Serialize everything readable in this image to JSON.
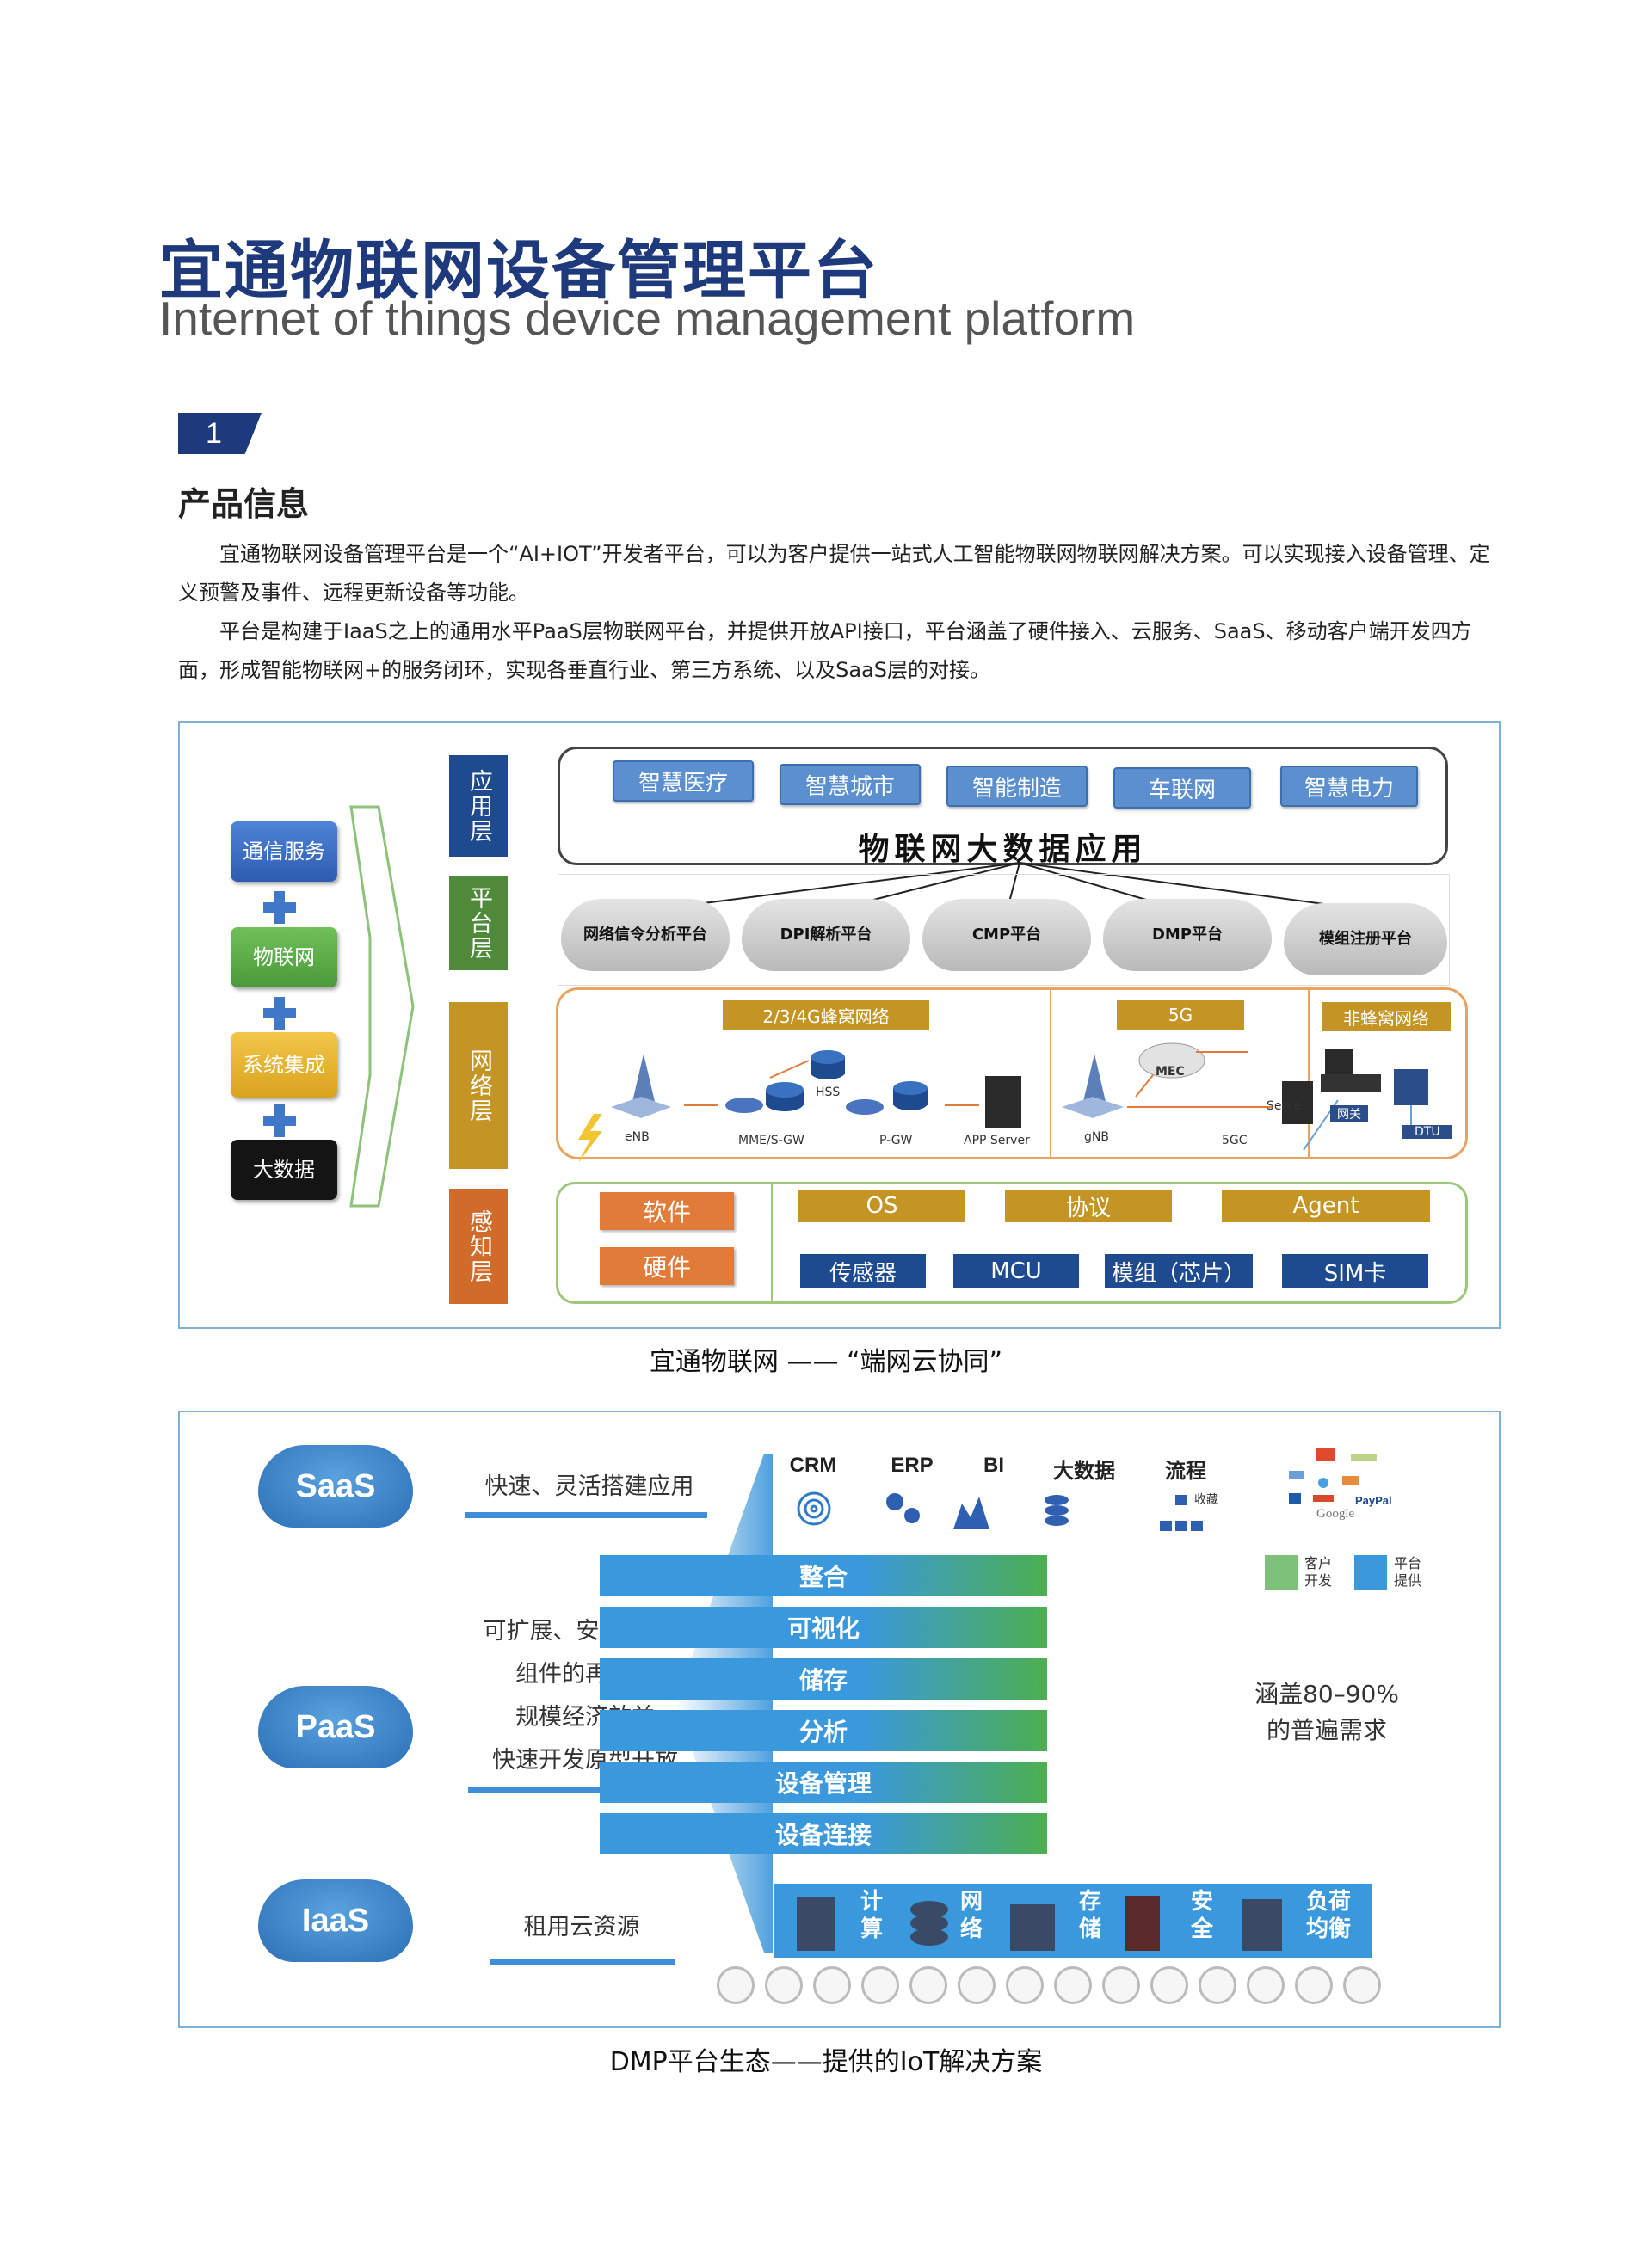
{
  "header": {
    "title_cn": "宜通物联网设备管理平台",
    "title_en": "Internet of things device management platform"
  },
  "section": {
    "number": "1",
    "title": "产品信息",
    "para1": "宜通物联网设备管理平台是一个“AI+IOT”开发者平台，可以为客户提供一站式人工智能物联网物联网解决方案。可以实现接入设备管理、定义预警及事件、远程更新设备等功能。",
    "para2": "平台是构建于IaaS之上的通用水平PaaS层物联网平台，并提供开放API接口，平台涵盖了硬件接入、云服务、SaaS、移动客户端开发四方面，形成智能物联网+的服务闭环，实现各垂直行业、第三方系统、以及SaaS层的对接。"
  },
  "fig1": {
    "caption": "宜通物联网 —— “端网云协同”",
    "left_items": [
      {
        "label": "通信服务",
        "color": "#3c6fc4"
      },
      {
        "label": "物联网",
        "color": "#5aa44a"
      },
      {
        "label": "系统集成",
        "color": "#e9b830"
      },
      {
        "label": "大数据",
        "color": "#1b1b1b"
      }
    ],
    "layers": [
      {
        "label": "应用层",
        "color": "#1e4a8f"
      },
      {
        "label": "平台层",
        "color": "#4f8a3a"
      },
      {
        "label": "网络层",
        "color": "#c49424"
      },
      {
        "label": "感知层",
        "color": "#d06b2a"
      }
    ],
    "apps": [
      "智慧医疗",
      "智慧城市",
      "智能制造",
      "车联网",
      "智慧电力"
    ],
    "app_title": "物联网大数据应用",
    "platforms": [
      "网络信令分析平台",
      "DPI解析平台",
      "CMP平台",
      "DMP平台",
      "模组注册平台"
    ],
    "networks": [
      "2/3/4G蜂窝网络",
      "5G",
      "非蜂窝网络"
    ],
    "net_labels": {
      "enb": "eNB",
      "hss": "HSS",
      "mme": "MME/S-GW",
      "pgw": "P-GW",
      "app": "APP Server",
      "gnb": "gNB",
      "mec": "MEC",
      "fivegc": "5GC",
      "serve": "Serve",
      "gateway": "网关",
      "dtu": "DTU"
    },
    "sense": {
      "software": "软件",
      "hardware": "硬件",
      "sw_items": [
        "OS",
        "协议",
        "Agent"
      ],
      "hw_items": [
        "传感器",
        "MCU",
        "模组（芯片）",
        "SIM卡"
      ]
    }
  },
  "fig2": {
    "caption": "DMP平台生态——提供的IoT解决方案",
    "clouds": [
      "SaaS",
      "PaaS",
      "IaaS"
    ],
    "saas_text": "快速、灵活搭建应用",
    "paas_lines": [
      "可扩展、安全&稳定",
      "组件的再利用",
      "规模经济效益",
      "快速开发原型开放"
    ],
    "iaas_text": "租用云资源",
    "top_labels": [
      "CRM",
      "ERP",
      "BI",
      "大数据",
      "流程"
    ],
    "collect_label": "收藏",
    "stack": [
      "整合",
      "可视化",
      "储存",
      "分析",
      "设备管理",
      "设备连接"
    ],
    "legend": [
      {
        "label": "客户开发",
        "color": "#7dc17a"
      },
      {
        "label": "平台提供",
        "color": "#3a98dd"
      }
    ],
    "coverage": [
      "涵盖80–90%",
      "的普遍需求"
    ],
    "resources": [
      "计算",
      "网络",
      "存储",
      "安全",
      "负荷均衡"
    ],
    "logos": [
      "PayPal",
      "Google"
    ]
  }
}
